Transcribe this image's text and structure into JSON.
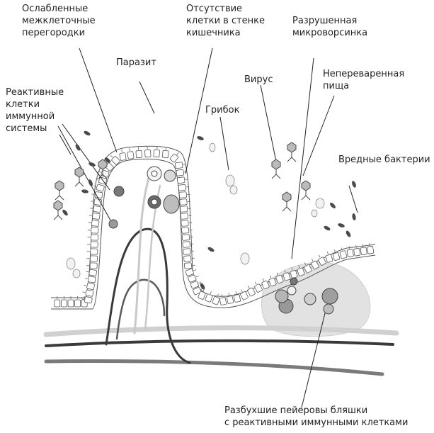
{
  "labels": {
    "weakened_junctions": "Ослабленные\nмежклеточные\nперегородки",
    "missing_cells": "Отсутствие\nклетки в стенке\nкишечника",
    "destroyed_microvillus": "Разрушенная\nмикроворсинка",
    "parasite": "Паразит",
    "undigested_food": "Непереваренная\nпища",
    "reactive_immune_cells": "Реактивные\nклетки\nиммунной\nсистемы",
    "virus": "Вирус",
    "fungus": "Грибок",
    "harmful_bacteria": "Вредные бактерии",
    "peyers_patches": "Разбухшие пейеровы бляшки\nс реактивными иммунными клетками"
  },
  "colors": {
    "ink": "#222222",
    "cell_outline": "#555555",
    "vessel_dark": "#3a3a3a",
    "vessel_mid": "#6f6f6f",
    "vessel_light": "#d8d8d8",
    "patch_fill": "#e2e2e2",
    "bacteria": "#4a4a4a"
  }
}
